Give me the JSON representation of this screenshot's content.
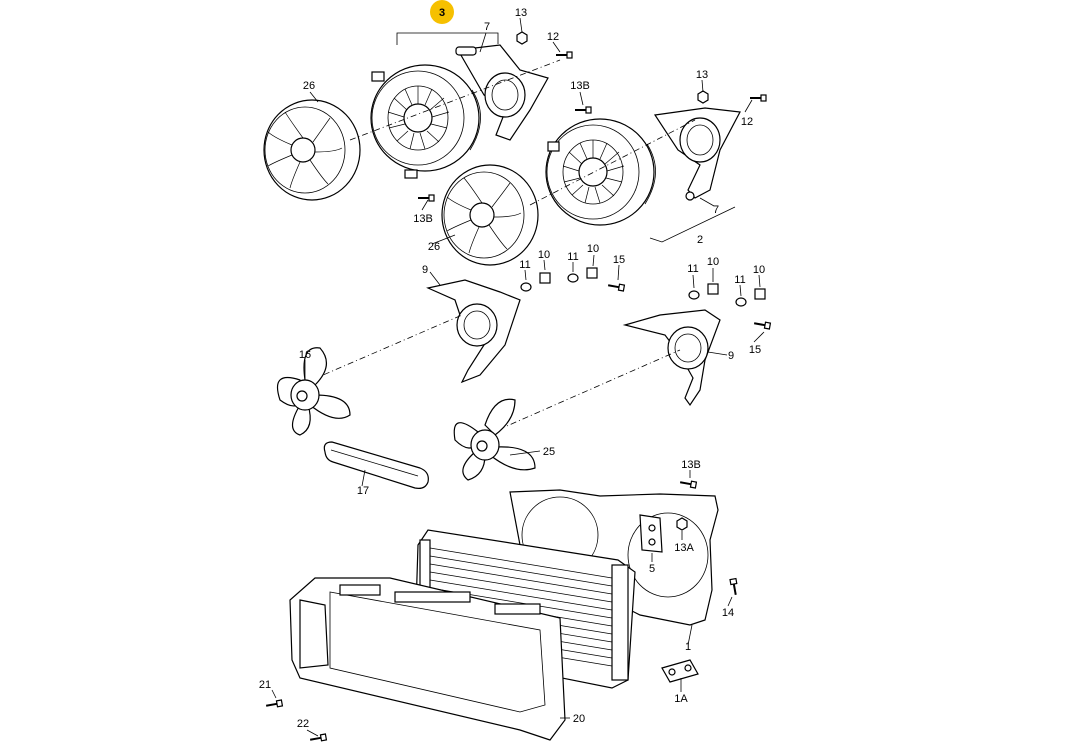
{
  "highlight_color": "#f6c000",
  "highlighted_label": "3",
  "labels": {
    "l3": "3",
    "l7a": "7",
    "l13a": "13",
    "l12a": "12",
    "l26a": "26",
    "l13Ba": "13B",
    "l13b": "13",
    "l12b": "12",
    "l13Bb": "13B",
    "l26b": "26",
    "l7b": "7",
    "l2": "2",
    "l9a": "9",
    "l11a": "11",
    "l10a": "10",
    "l11b": "11",
    "l10b": "10",
    "l15a": "15",
    "l11c": "11",
    "l10c": "10",
    "l11d": "11",
    "l10d": "10",
    "l9b": "9",
    "l15b": "15",
    "l16": "16",
    "l25": "25",
    "l17": "17",
    "l13Bc": "13B",
    "l13A": "13A",
    "l5": "5",
    "l14": "14",
    "l1": "1",
    "l1A": "1A",
    "l21": "21",
    "l22": "22",
    "l20": "20"
  }
}
